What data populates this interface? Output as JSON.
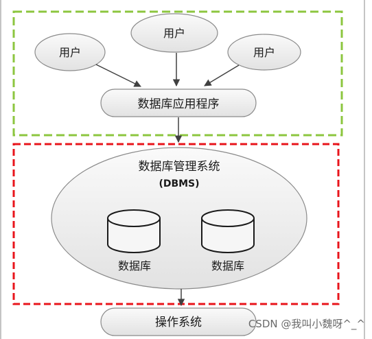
{
  "diagram": {
    "users": [
      {
        "label": "用户"
      },
      {
        "label": "用户"
      },
      {
        "label": "用户"
      }
    ],
    "application": {
      "label": "数据库应用程序"
    },
    "dbms": {
      "title": "数据库管理系统",
      "subtitle": "(DBMS)"
    },
    "databases": [
      {
        "label": "数据库"
      },
      {
        "label": "数据库"
      }
    ],
    "operating_system": {
      "label": "操作系统"
    }
  },
  "watermark": {
    "text": "CSDN @我叫小魏呀^_^"
  },
  "colors": {
    "top_box_border": "#8cc63f",
    "bottom_box_border": "#e8141b",
    "node_fill": "#ededed",
    "node_stroke": "#8a8a8a",
    "arrow": "#404040"
  }
}
